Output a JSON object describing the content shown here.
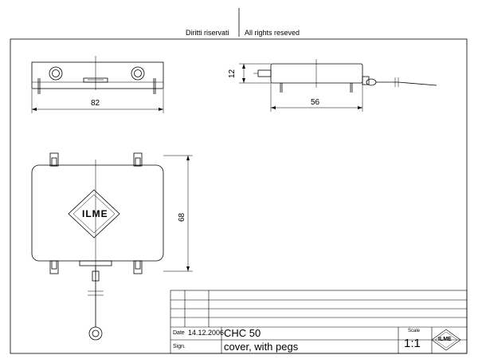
{
  "header": {
    "rights_it": "Diritti riservati",
    "rights_en": "All rights reseved"
  },
  "dimensions": {
    "top_width": "82",
    "side_height": "12",
    "side_width": "56",
    "front_height": "68"
  },
  "title_block": {
    "date_label": "Date",
    "date_value": "14.12.2006",
    "sign_label": "Sign.",
    "code": "CHC 50",
    "description": "cover, with pegs",
    "scale_label": "Scale",
    "scale_value": "1:1",
    "logo_text": "ILME"
  }
}
